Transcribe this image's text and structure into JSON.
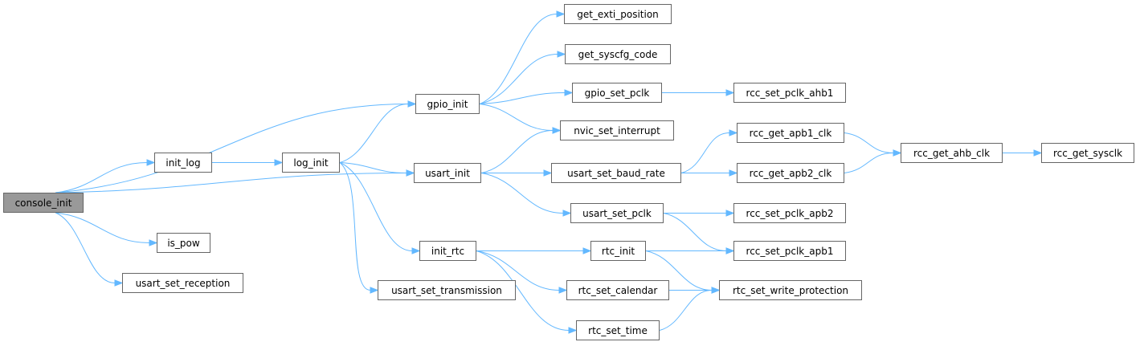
{
  "colors": {
    "edge": "#63b8ff",
    "node_border": "#666666",
    "root_fill": "#999999"
  },
  "graph": {
    "root": "console_init",
    "nodes": [
      {
        "id": "console_init",
        "label": "console_init"
      },
      {
        "id": "init_log",
        "label": "init_log"
      },
      {
        "id": "is_pow",
        "label": "is_pow"
      },
      {
        "id": "usart_set_reception",
        "label": "usart_set_reception"
      },
      {
        "id": "log_init",
        "label": "log_init"
      },
      {
        "id": "gpio_init",
        "label": "gpio_init"
      },
      {
        "id": "usart_init",
        "label": "usart_init"
      },
      {
        "id": "init_rtc",
        "label": "init_rtc"
      },
      {
        "id": "usart_set_transmission",
        "label": "usart_set_transmission"
      },
      {
        "id": "get_exti_position",
        "label": "get_exti_position"
      },
      {
        "id": "get_syscfg_code",
        "label": "get_syscfg_code"
      },
      {
        "id": "gpio_set_pclk",
        "label": "gpio_set_pclk"
      },
      {
        "id": "nvic_set_interrupt",
        "label": "nvic_set_interrupt"
      },
      {
        "id": "usart_set_baud_rate",
        "label": "usart_set_baud_rate"
      },
      {
        "id": "usart_set_pclk",
        "label": "usart_set_pclk"
      },
      {
        "id": "rtc_init",
        "label": "rtc_init"
      },
      {
        "id": "rtc_set_calendar",
        "label": "rtc_set_calendar"
      },
      {
        "id": "rtc_set_time",
        "label": "rtc_set_time"
      },
      {
        "id": "rcc_set_pclk_ahb1",
        "label": "rcc_set_pclk_ahb1"
      },
      {
        "id": "rcc_get_apb1_clk",
        "label": "rcc_get_apb1_clk"
      },
      {
        "id": "rcc_get_apb2_clk",
        "label": "rcc_get_apb2_clk"
      },
      {
        "id": "rcc_set_pclk_apb2",
        "label": "rcc_set_pclk_apb2"
      },
      {
        "id": "rcc_set_pclk_apb1",
        "label": "rcc_set_pclk_apb1"
      },
      {
        "id": "rtc_set_write_protection",
        "label": "rtc_set_write_protection"
      },
      {
        "id": "rcc_get_ahb_clk",
        "label": "rcc_get_ahb_clk"
      },
      {
        "id": "rcc_get_sysclk",
        "label": "rcc_get_sysclk"
      }
    ],
    "edges": [
      [
        "console_init",
        "gpio_init"
      ],
      [
        "console_init",
        "init_log"
      ],
      [
        "console_init",
        "usart_init"
      ],
      [
        "console_init",
        "is_pow"
      ],
      [
        "console_init",
        "usart_set_reception"
      ],
      [
        "init_log",
        "log_init"
      ],
      [
        "log_init",
        "gpio_init"
      ],
      [
        "log_init",
        "usart_init"
      ],
      [
        "log_init",
        "init_rtc"
      ],
      [
        "log_init",
        "usart_set_transmission"
      ],
      [
        "gpio_init",
        "get_exti_position"
      ],
      [
        "gpio_init",
        "get_syscfg_code"
      ],
      [
        "gpio_init",
        "gpio_set_pclk"
      ],
      [
        "gpio_init",
        "nvic_set_interrupt"
      ],
      [
        "usart_init",
        "nvic_set_interrupt"
      ],
      [
        "usart_init",
        "usart_set_baud_rate"
      ],
      [
        "usart_init",
        "usart_set_pclk"
      ],
      [
        "gpio_set_pclk",
        "rcc_set_pclk_ahb1"
      ],
      [
        "usart_set_baud_rate",
        "rcc_get_apb1_clk"
      ],
      [
        "usart_set_baud_rate",
        "rcc_get_apb2_clk"
      ],
      [
        "usart_set_pclk",
        "rcc_set_pclk_apb2"
      ],
      [
        "usart_set_pclk",
        "rcc_set_pclk_apb1"
      ],
      [
        "init_rtc",
        "rtc_init"
      ],
      [
        "init_rtc",
        "rtc_set_calendar"
      ],
      [
        "init_rtc",
        "rtc_set_time"
      ],
      [
        "rtc_init",
        "rcc_set_pclk_apb1"
      ],
      [
        "rtc_init",
        "rtc_set_write_protection"
      ],
      [
        "rtc_set_calendar",
        "rtc_set_write_protection"
      ],
      [
        "rtc_set_time",
        "rtc_set_write_protection"
      ],
      [
        "rcc_get_apb1_clk",
        "rcc_get_ahb_clk"
      ],
      [
        "rcc_get_apb2_clk",
        "rcc_get_ahb_clk"
      ],
      [
        "rcc_get_ahb_clk",
        "rcc_get_sysclk"
      ]
    ]
  }
}
